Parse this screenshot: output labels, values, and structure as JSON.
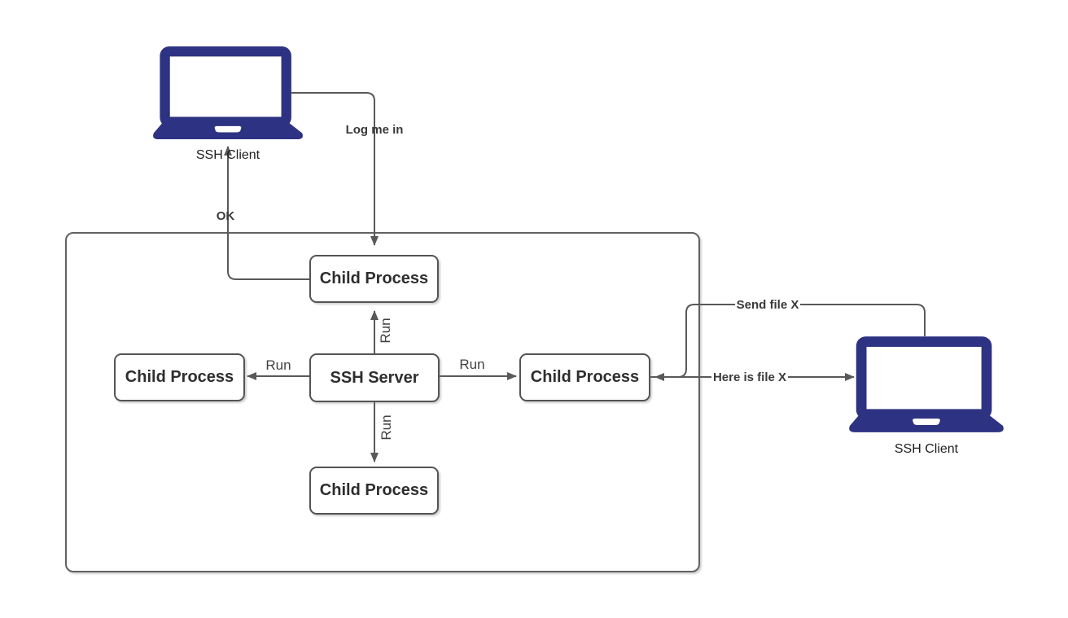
{
  "diagram": {
    "clients": {
      "left": {
        "label": "SSH Client"
      },
      "right": {
        "label": "SSH Client"
      }
    },
    "nodes": {
      "server": {
        "label": "SSH Server"
      },
      "child_top": {
        "label": "Child Process"
      },
      "child_left": {
        "label": "Child Process"
      },
      "child_right": {
        "label": "Child Process"
      },
      "child_bottom": {
        "label": "Child Process"
      }
    },
    "edges": {
      "log_me_in": {
        "label": "Log me in"
      },
      "ok": {
        "label": "OK"
      },
      "run_up": {
        "label": "Run"
      },
      "run_left": {
        "label": "Run"
      },
      "run_right": {
        "label": "Run"
      },
      "run_down": {
        "label": "Run"
      },
      "send_file": {
        "label": "Send file X"
      },
      "here_is_file": {
        "label": "Here is file X"
      }
    },
    "colors": {
      "laptop_fill": "#2d3282",
      "connector_line": "#595959",
      "box_border": "#545454",
      "container_border": "#616161",
      "text": "#2e2e2e"
    }
  }
}
